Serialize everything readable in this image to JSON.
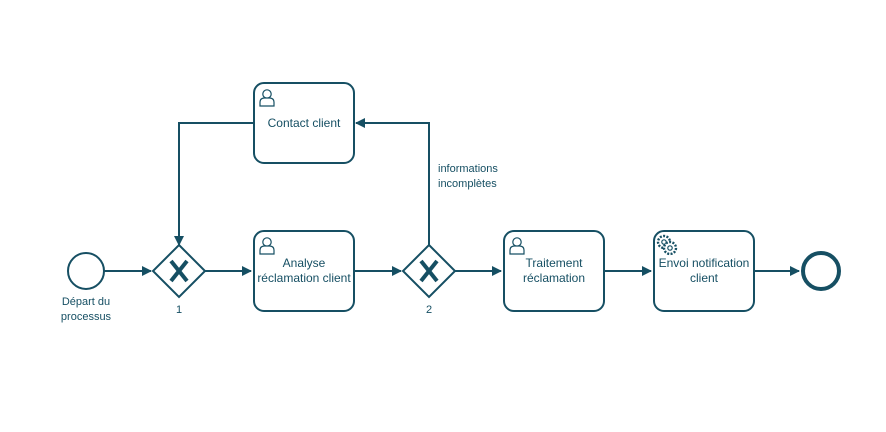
{
  "diagram": {
    "colors": {
      "stroke": "#164f63",
      "background": "#ffffff"
    },
    "start_event": {
      "label_line1": "Départ du",
      "label_line2": "processus"
    },
    "gateway1": {
      "label": "1",
      "icon": "exclusive-gateway-x-icon"
    },
    "gateway2": {
      "label": "2",
      "icon": "exclusive-gateway-x-icon"
    },
    "task_analyse": {
      "line1": "Analyse",
      "line2": "réclamation client",
      "icon": "user-task-icon"
    },
    "task_contact": {
      "line1": "Contact client",
      "icon": "user-task-icon"
    },
    "task_traitement": {
      "line1": "Traitement",
      "line2": "réclamation",
      "icon": "user-task-icon"
    },
    "task_notification": {
      "line1": "Envoi notification",
      "line2": "client",
      "icon": "service-task-gear-icon"
    },
    "flow_label": {
      "line1": "informations",
      "line2": "incomplètes"
    }
  }
}
